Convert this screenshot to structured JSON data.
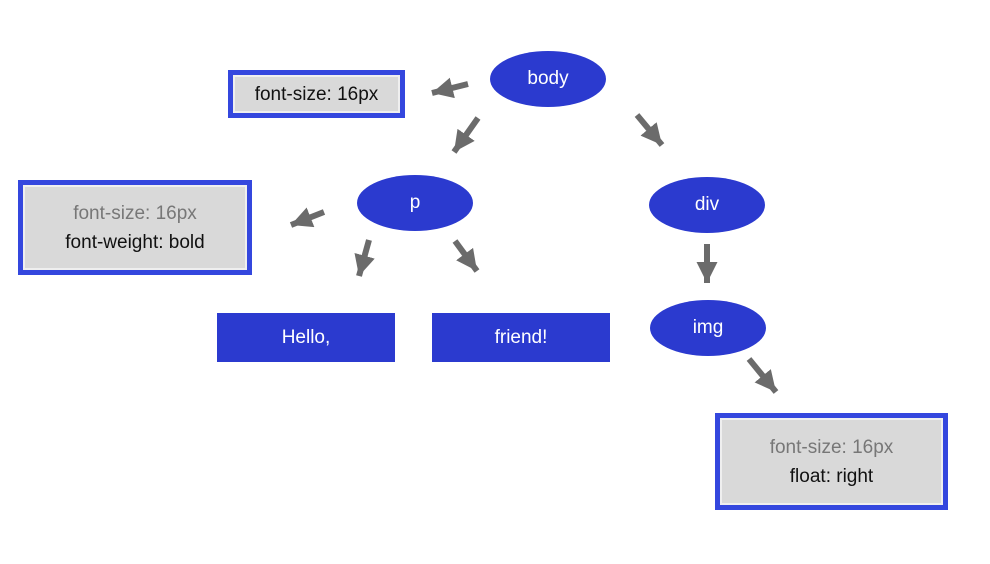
{
  "nodes": {
    "body": "body",
    "p": "p",
    "div": "div",
    "img": "img"
  },
  "text_nodes": {
    "hello": "Hello,",
    "friend": "friend!"
  },
  "style_boxes": {
    "body_box": {
      "line1": "font-size: 16px"
    },
    "p_box": {
      "line1": "font-size: 16px",
      "line2": "font-weight: bold"
    },
    "img_box": {
      "line1": "font-size: 16px",
      "line2": "float: right"
    }
  },
  "colors": {
    "node_blue": "#2b3acf",
    "box_border_blue": "#3447de",
    "box_background_gray": "#d9d9d9",
    "arrow_gray": "#6b6b6b",
    "inherited_text_gray": "#777777",
    "declared_text_black": "#111111",
    "page_background": "#ffffff"
  }
}
